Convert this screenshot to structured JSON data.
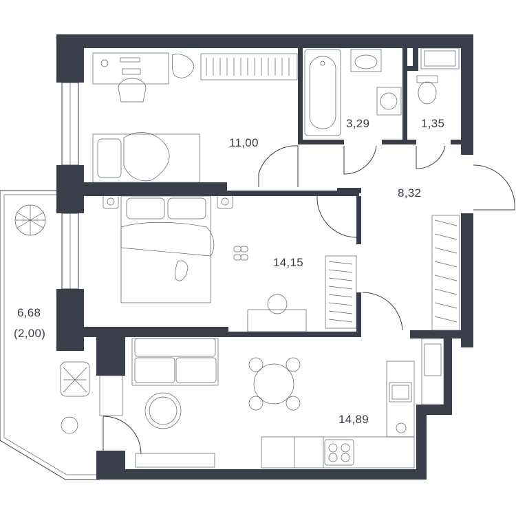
{
  "rooms": {
    "bedroom_small": {
      "area": "11,00"
    },
    "bathroom": {
      "area": "3,29"
    },
    "toilet": {
      "area": "1,35"
    },
    "hallway": {
      "area": "8,32"
    },
    "bedroom_large": {
      "area": "14,15"
    },
    "kitchen_living": {
      "area": "14,89"
    },
    "balcony": {
      "area": "6,68",
      "area_reduced": "(2,00)"
    }
  },
  "colors": {
    "wall": "#3a3d4a",
    "background": "#ffffff"
  }
}
